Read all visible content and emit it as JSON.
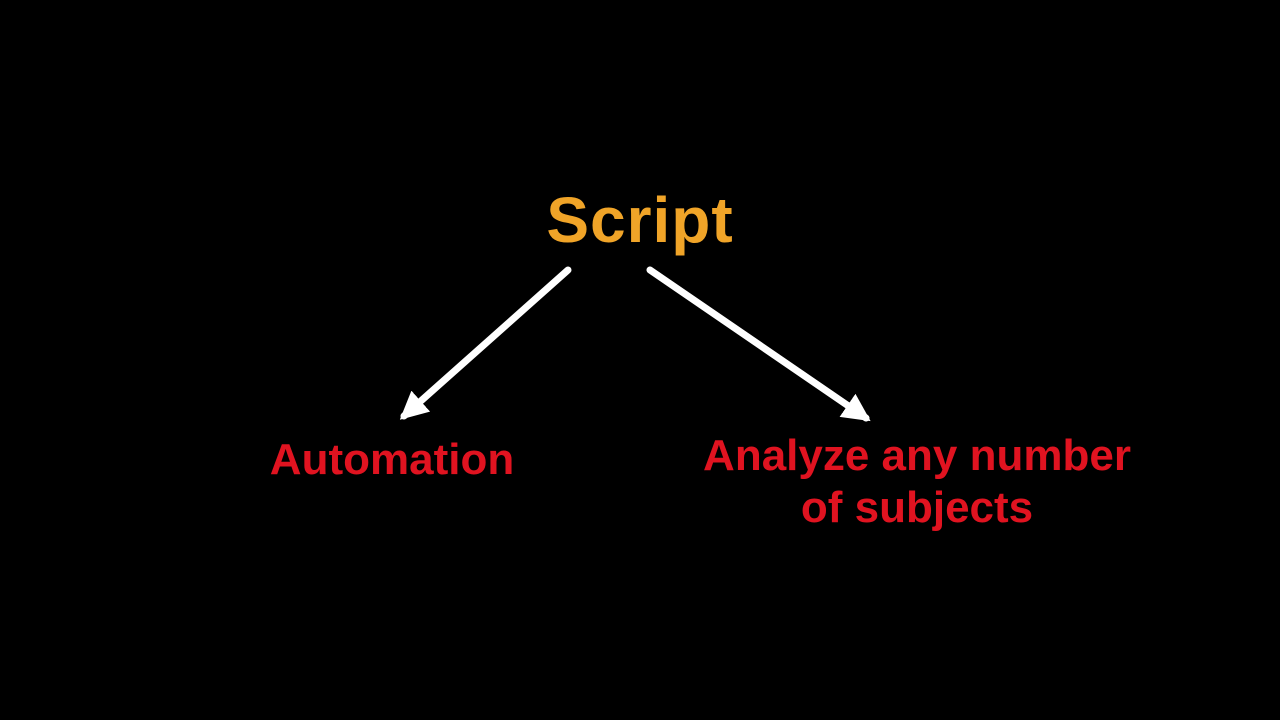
{
  "canvas": {
    "background_color": "#000000"
  },
  "diagram": {
    "root": {
      "label": "Script",
      "color": "#F0A428"
    },
    "arrow_color": "#FFFFFF",
    "branch_color": "#E01320",
    "branches": [
      {
        "label": "Automation",
        "color": "#E01320"
      },
      {
        "label": "Analyze any number of subjects",
        "color": "#E01320",
        "lines": [
          "Analyze any number",
          "of subjects"
        ]
      }
    ]
  }
}
